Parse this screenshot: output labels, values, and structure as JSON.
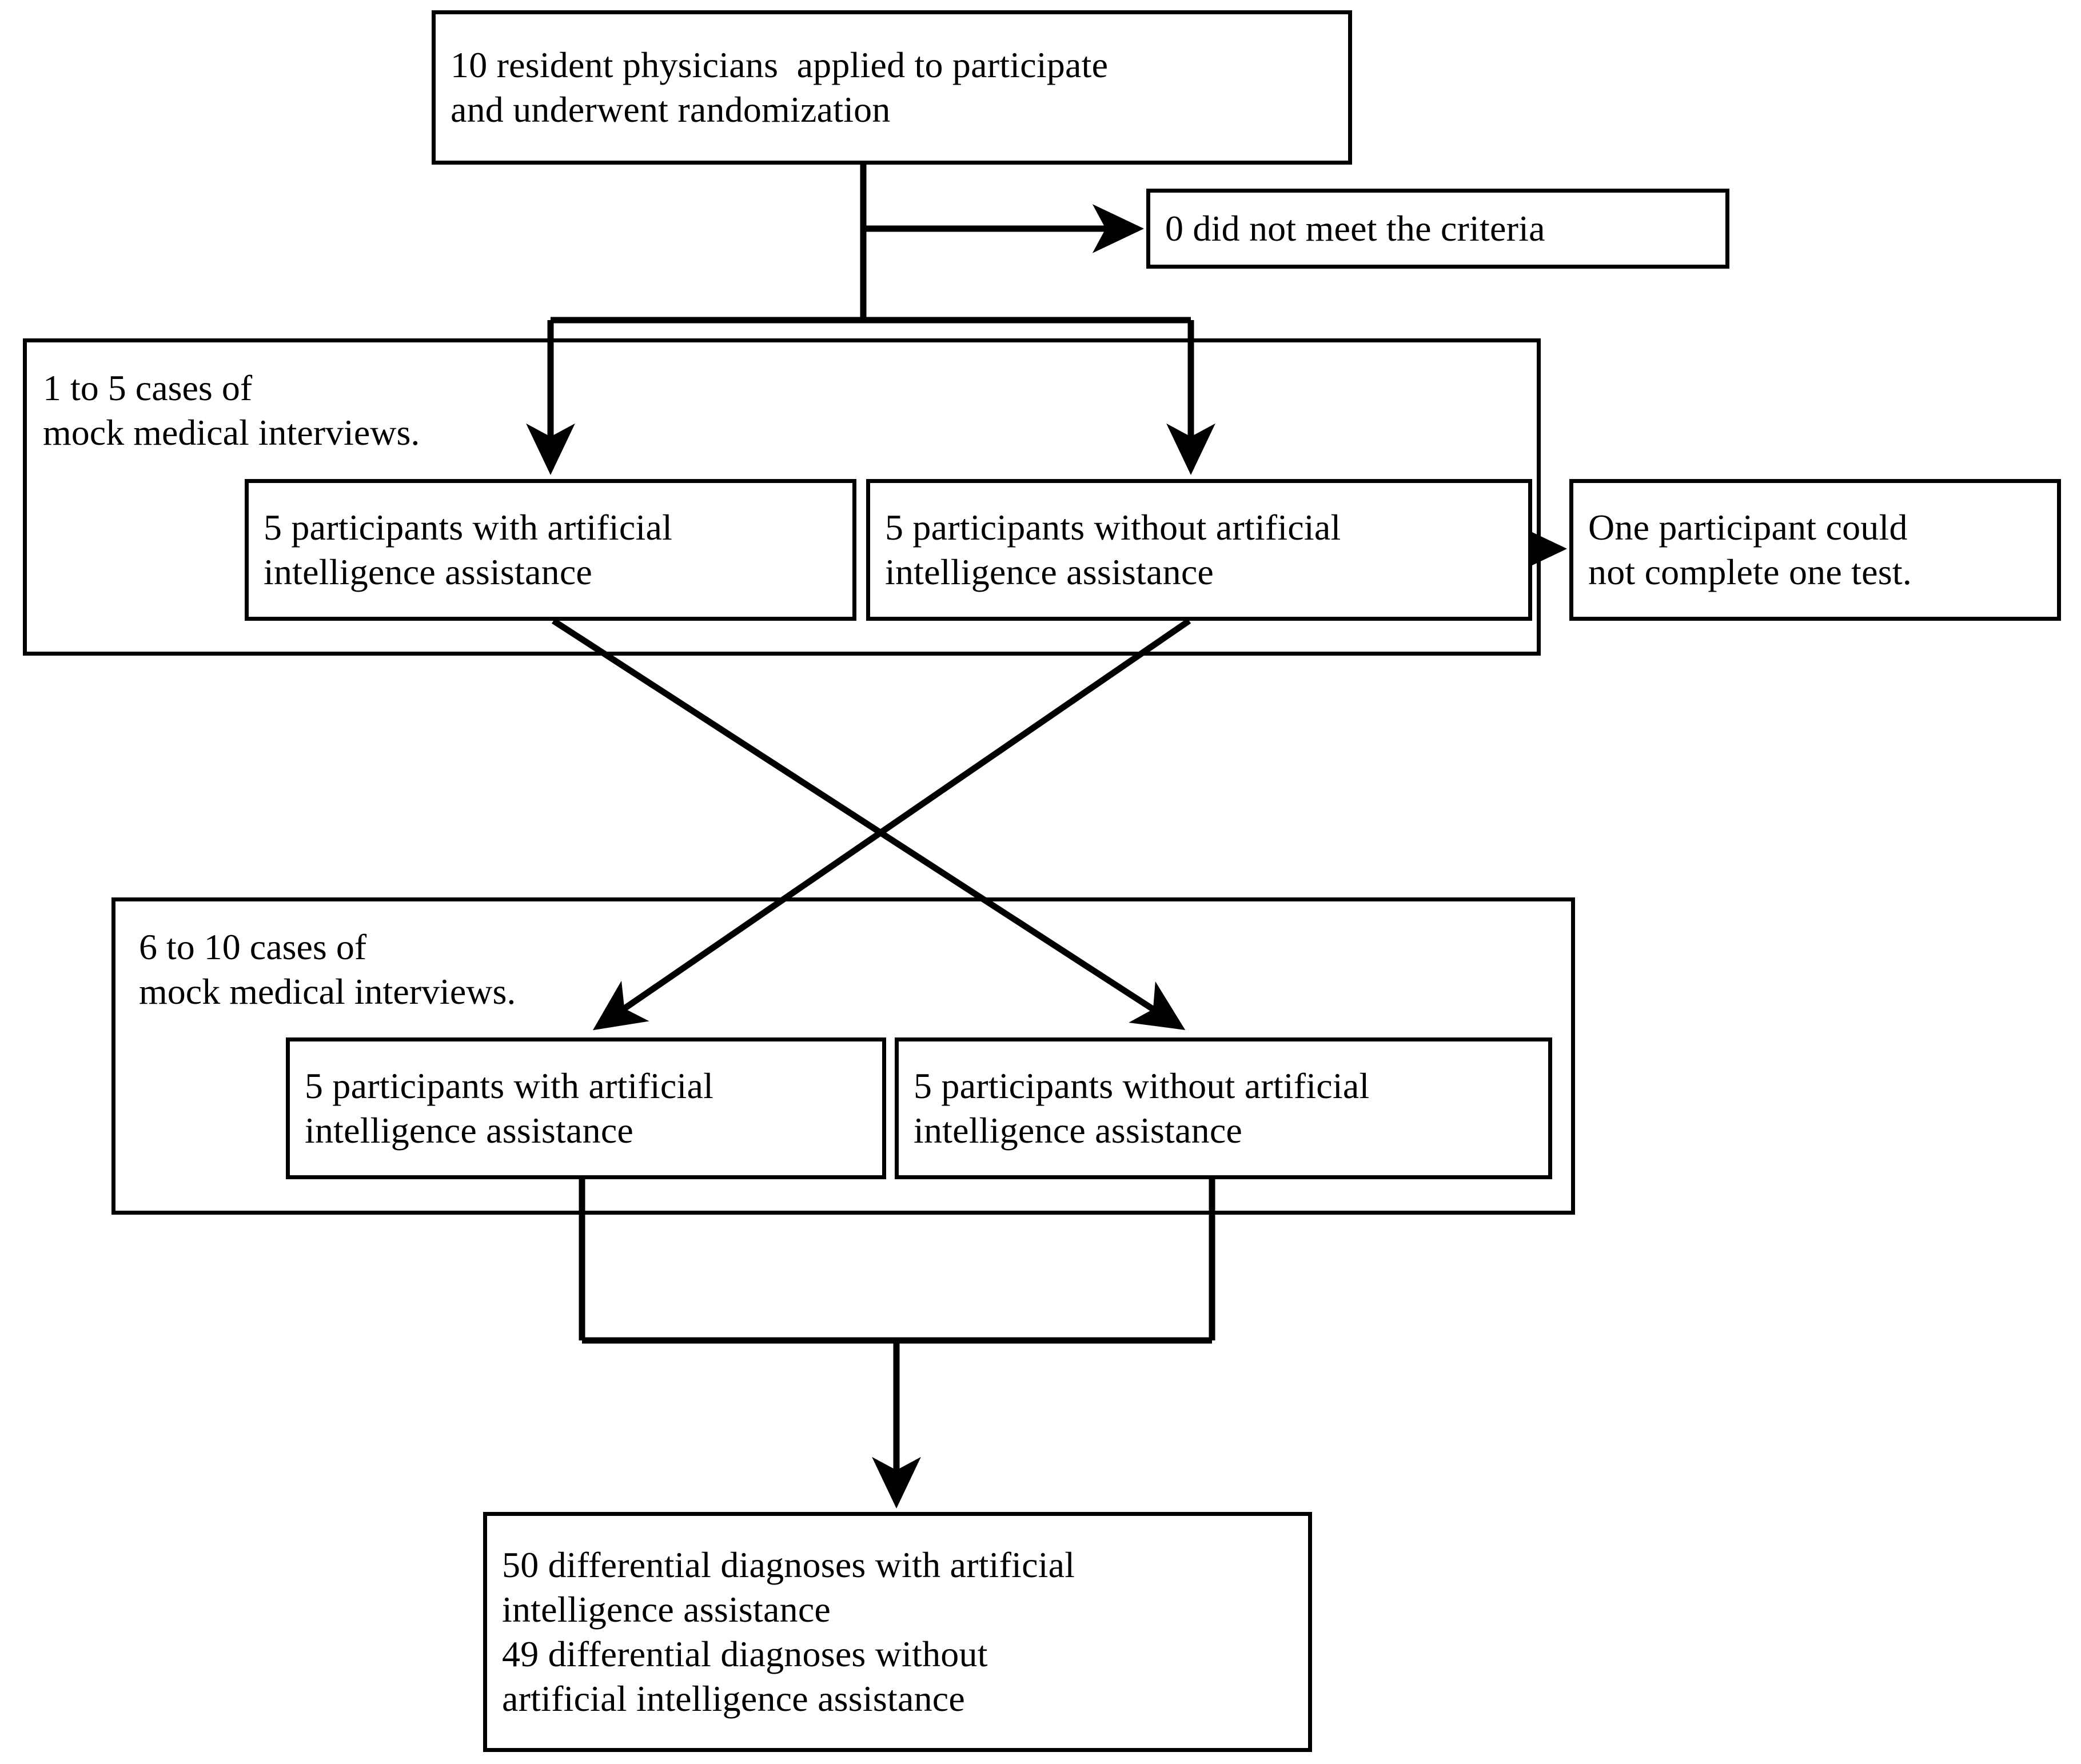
{
  "diagram": {
    "title": "Participant flow diagram",
    "stroke_color": "#000000",
    "background_color": "#ffffff",
    "nodes": {
      "enrollment": {
        "name": "enrollment-box",
        "lines": [
          "10 resident physicians  applied to participate",
          "and underwent randomization"
        ]
      },
      "excluded": {
        "name": "excluded-box",
        "lines": [
          "0 did not meet the criteria"
        ]
      },
      "phase1_label": {
        "name": "phase1-group-label",
        "lines": [
          "1 to 5 cases of",
          "mock medical interviews."
        ]
      },
      "phase1_ai": {
        "name": "phase1-with-ai-box",
        "lines": [
          "5 participants with artificial",
          "intelligence assistance"
        ]
      },
      "phase1_no_ai": {
        "name": "phase1-without-ai-box",
        "lines": [
          "5 participants without artificial",
          "intelligence assistance"
        ]
      },
      "incomplete": {
        "name": "incomplete-test-box",
        "lines": [
          "One participant could",
          "not complete one test."
        ]
      },
      "phase2_label": {
        "name": "phase2-group-label",
        "lines": [
          "6 to 10 cases of",
          "mock medical interviews."
        ]
      },
      "phase2_ai": {
        "name": "phase2-with-ai-box",
        "lines": [
          "5 participants with artificial",
          "intelligence assistance"
        ]
      },
      "phase2_no_ai": {
        "name": "phase2-without-ai-box",
        "lines": [
          "5 participants without artificial",
          "intelligence assistance"
        ]
      },
      "outcome": {
        "name": "outcome-box",
        "lines": [
          "50 differential diagnoses with artificial",
          "intelligence assistance",
          "49 differential diagnoses without",
          "artificial intelligence assistance"
        ]
      }
    },
    "counts": {
      "randomized_physicians": 10,
      "did_not_meet_criteria": 0,
      "phase1_with_ai_participants": 5,
      "phase1_without_ai_participants": 5,
      "phase2_with_ai_participants": 5,
      "phase2_without_ai_participants": 5,
      "could_not_complete_participants": 1,
      "differential_diagnoses_with_ai": 50,
      "differential_diagnoses_without_ai": 49
    },
    "edges": [
      {
        "from": "enrollment",
        "to": "excluded",
        "style": "elbow-right-arrow"
      },
      {
        "from": "enrollment",
        "to": "phase1_ai",
        "style": "split-down-arrow"
      },
      {
        "from": "enrollment",
        "to": "phase1_no_ai",
        "style": "split-down-arrow"
      },
      {
        "from": "phase1_group",
        "to": "incomplete",
        "style": "elbow-right-arrow"
      },
      {
        "from": "phase1_ai",
        "to": "phase2_no_ai",
        "style": "diagonal-crossover-arrow"
      },
      {
        "from": "phase1_no_ai",
        "to": "phase2_ai",
        "style": "diagonal-crossover-arrow"
      },
      {
        "from": "phase2_ai",
        "to": "outcome",
        "style": "merge-down-arrow"
      },
      {
        "from": "phase2_no_ai",
        "to": "outcome",
        "style": "merge-down-arrow"
      }
    ]
  }
}
